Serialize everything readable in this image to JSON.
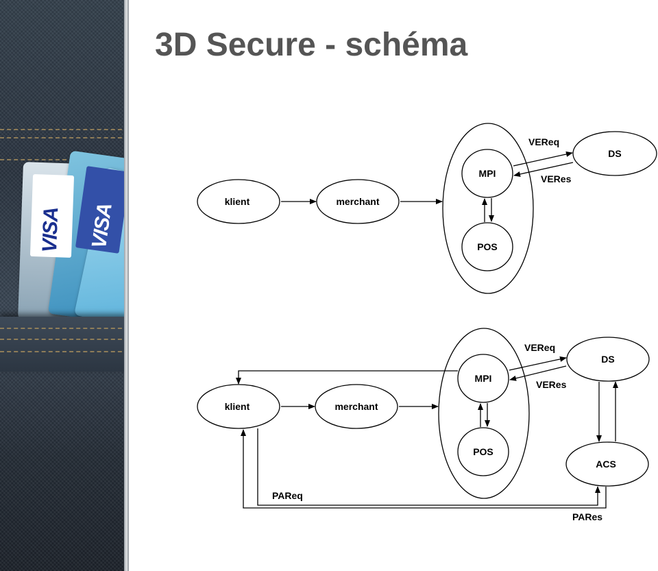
{
  "slide": {
    "title": "3D Secure - schéma"
  },
  "side_photo": {
    "card_brand_1": "VISA",
    "card_brand_2": "VISA"
  },
  "diagram_top": {
    "nodes": {
      "klient": "klient",
      "merchant": "merchant",
      "mpi": "MPI",
      "pos": "POS",
      "ds": "DS"
    },
    "edges": {
      "vereq": "VEReq",
      "veres": "VERes"
    }
  },
  "diagram_bottom": {
    "nodes": {
      "klient": "klient",
      "merchant": "merchant",
      "mpi": "MPI",
      "pos": "POS",
      "ds": "DS",
      "acs": "ACS"
    },
    "edges": {
      "vereq": "VEReq",
      "veres": "VERes",
      "pareq": "PAReq",
      "pares": "PARes"
    }
  }
}
